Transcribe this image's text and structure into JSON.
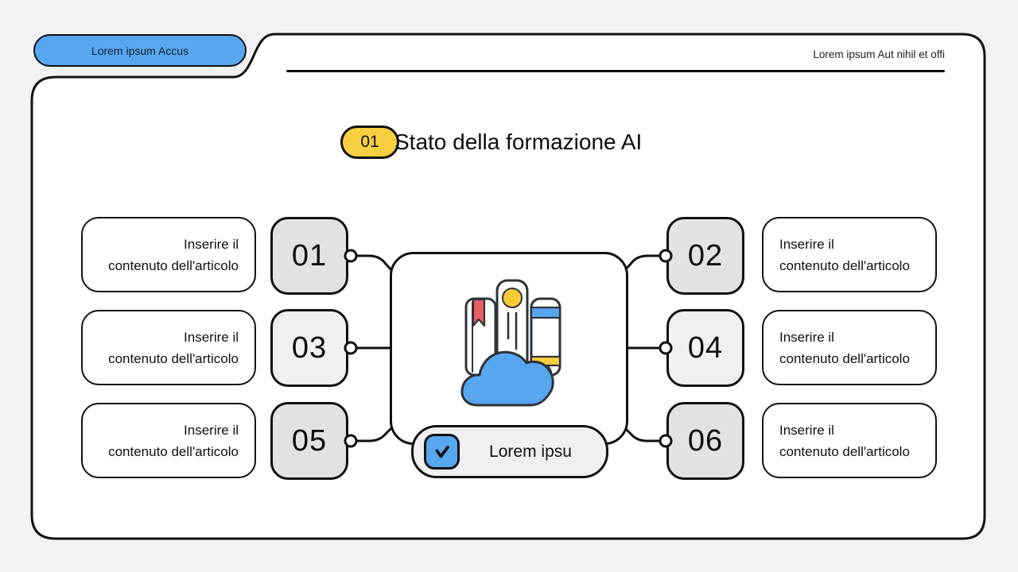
{
  "colors": {
    "background": "#f2f1f3",
    "panel": "#ffffff",
    "outline": "#111111",
    "accent_blue": "#57a6f0",
    "accent_yellow": "#f8cf40",
    "accent_red": "#e85f63",
    "num_box_dark": "#e2e1e3",
    "num_box_light": "#f0eff1"
  },
  "header": {
    "tab_label": "Lorem ipsum Accus",
    "subtitle": "Lorem ipsum Aut nihil et offi"
  },
  "title": {
    "badge": "01",
    "text": "Stato della formazione AI"
  },
  "items": [
    {
      "number": "01",
      "side": "left",
      "shade": "dark",
      "lines": [
        "Inserire il",
        "contenuto dell'articolo"
      ]
    },
    {
      "number": "02",
      "side": "right",
      "shade": "dark",
      "lines": [
        "Inserire il",
        "contenuto dell'articolo"
      ]
    },
    {
      "number": "03",
      "side": "left",
      "shade": "light",
      "lines": [
        "Inserire il",
        "contenuto dell'articolo"
      ]
    },
    {
      "number": "04",
      "side": "right",
      "shade": "light",
      "lines": [
        "Inserire il",
        "contenuto dell'articolo"
      ]
    },
    {
      "number": "05",
      "side": "left",
      "shade": "dark",
      "lines": [
        "Inserire il",
        "contenuto dell'articolo"
      ]
    },
    {
      "number": "06",
      "side": "right",
      "shade": "dark",
      "lines": [
        "Inserire il",
        "contenuto dell'articolo"
      ]
    }
  ],
  "center": {
    "label": "Lorem ipsu",
    "checkbox_checked": "true",
    "illustration": "books-and-cloud"
  }
}
